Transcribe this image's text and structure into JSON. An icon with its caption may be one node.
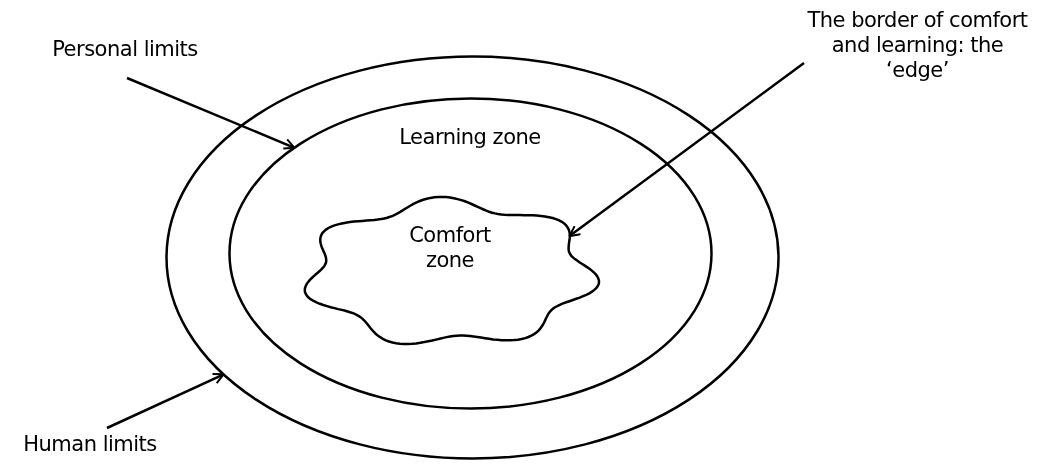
{
  "diagram": {
    "nodes": [
      {
        "text": [],
        "shape": "ellipse"
      },
      {
        "text": [
          "Learning zone"
        ],
        "in": 0
      },
      {
        "text": [
          "Comfort zone"
        ],
        "in": 1
      },
      {
        "text": [
          "Personal limits"
        ]
      },
      {
        "text": [
          "Human limits"
        ]
      },
      {
        "text": [
          "The border of comfort and learning: the ‘edge’"
        ]
      }
    ],
    "edges": [
      {
        "from": 3,
        "to": 1,
        "arrow": "to"
      },
      {
        "from": 4,
        "to": 0,
        "arrow": "to"
      },
      {
        "from": 5,
        "to": 2,
        "arrow": "to"
      }
    ]
  }
}
